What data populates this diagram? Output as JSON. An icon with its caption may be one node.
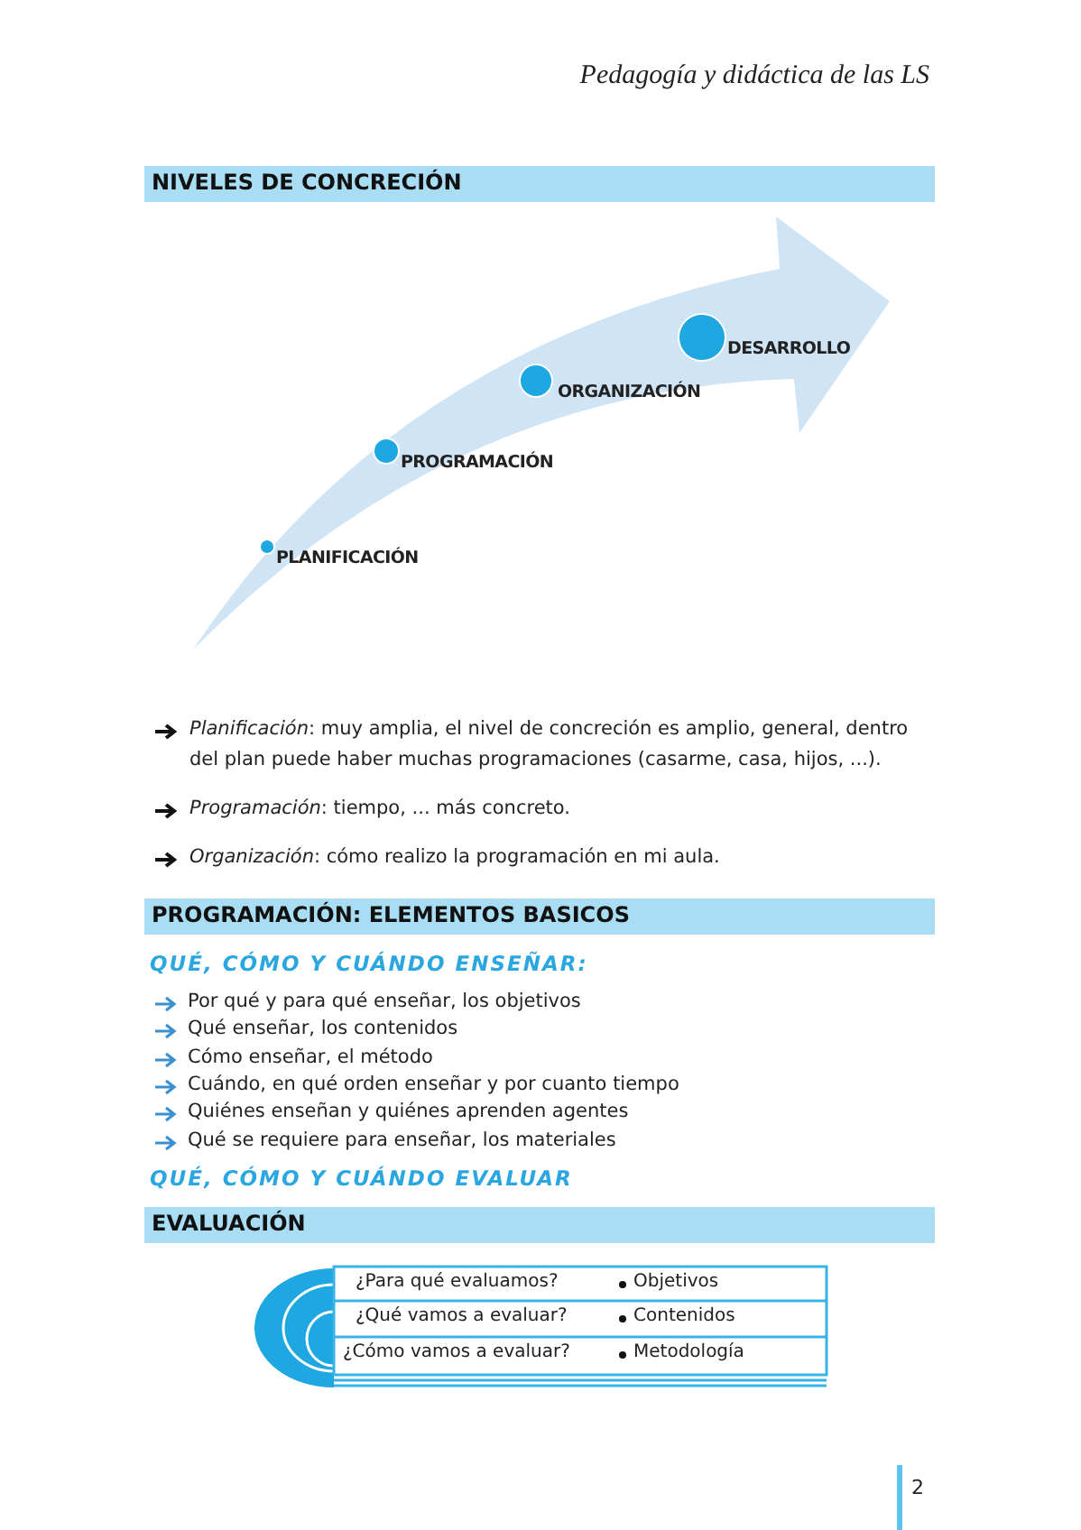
{
  "diagram": {
    "title": "NIVELES DE CONCRECIÓN",
    "nodes": [
      {
        "text": [
          "PLANIFICACIÓN"
        ]
      },
      {
        "text": [
          "PROGRAMACIÓN"
        ]
      },
      {
        "text": [
          "ORGANIZACIÓN"
        ]
      },
      {
        "text": [
          "DESARROLLO"
        ]
      }
    ],
    "labels": [
      "Pedagogía y didáctica de las LS",
      "*Planificación*: muy amplia, el nivel de concreción es amplio, general, dentro del plan puede haber muchas programaciones (casarme, casa, hijos, ...).",
      "*Programación*: tiempo, ... más concreto.",
      "*Organización*: cómo realizo la programación en mi aula.",
      "PROGRAMACIÓN: ELEMENTOS BASICOS",
      "QUÉ, CÓMO Y CUÁNDO ENSEÑAR:",
      "Por qué y para qué enseñar, los objetivos",
      "Qué enseñar, los contenidos",
      "Cómo enseñar, el método",
      "Cuándo, en qué orden enseñar y por cuanto tiempo",
      "Quiénes enseñan y quiénes aprenden agentes",
      "Qué se requiere para enseñar, los materiales",
      "QUÉ, CÓMO Y CUÁNDO EVALUAR",
      "EVALUACIÓN",
      "¿Para qué evaluamos?",
      "Objetivos",
      "¿Qué vamos a evaluar?",
      "Contenidos",
      "¿Cómo vamos a evaluar?",
      "Metodología",
      "2"
    ]
  }
}
